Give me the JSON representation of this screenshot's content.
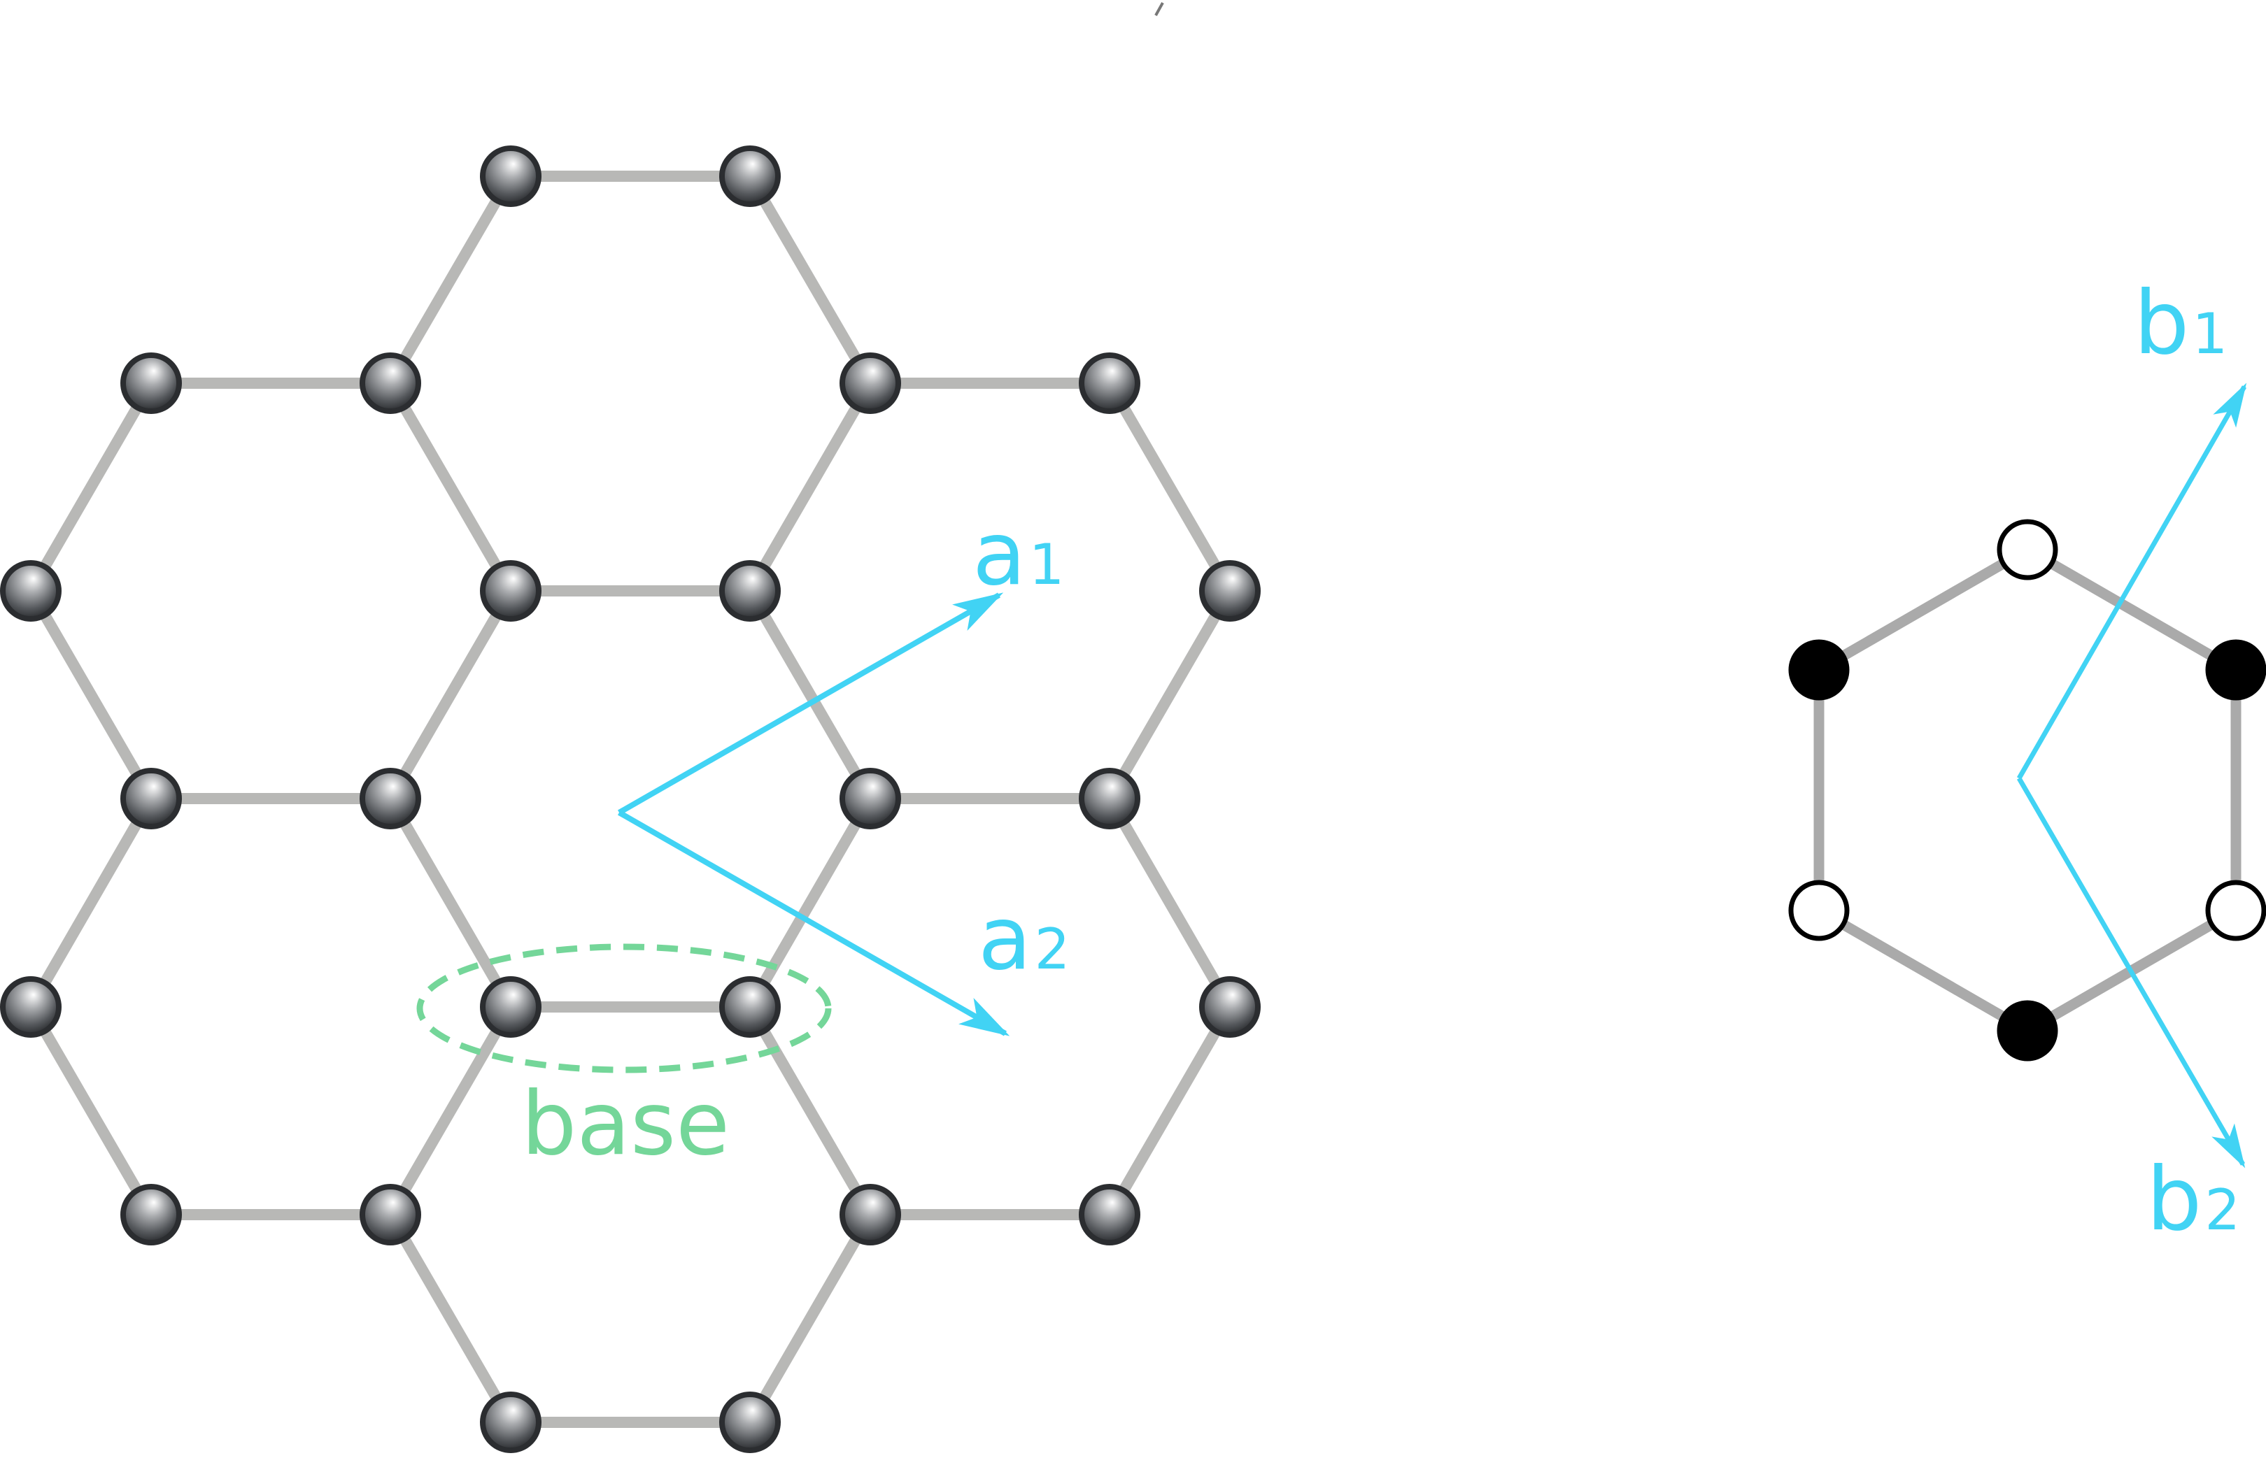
{
  "labels": {
    "a1": "a",
    "a1_sub": "1",
    "a2": "a",
    "a2_sub": "2",
    "b1": "b",
    "b1_sub": "1",
    "b2": "b",
    "b2_sub": "2",
    "base": "base"
  },
  "colors": {
    "bond": "#b8b8b6",
    "vector": "#41d3f4",
    "base": "#74d699",
    "atom_dark": "#2b2d30",
    "recip_bond": "#aaaaaa",
    "filled_point": "#000000",
    "open_point": "#ffffff"
  },
  "real_lattice": {
    "atom_count": 24,
    "atom_style": "shaded-sphere"
  },
  "reciprocal_cell": {
    "filled_points": 3,
    "open_points": 3
  }
}
